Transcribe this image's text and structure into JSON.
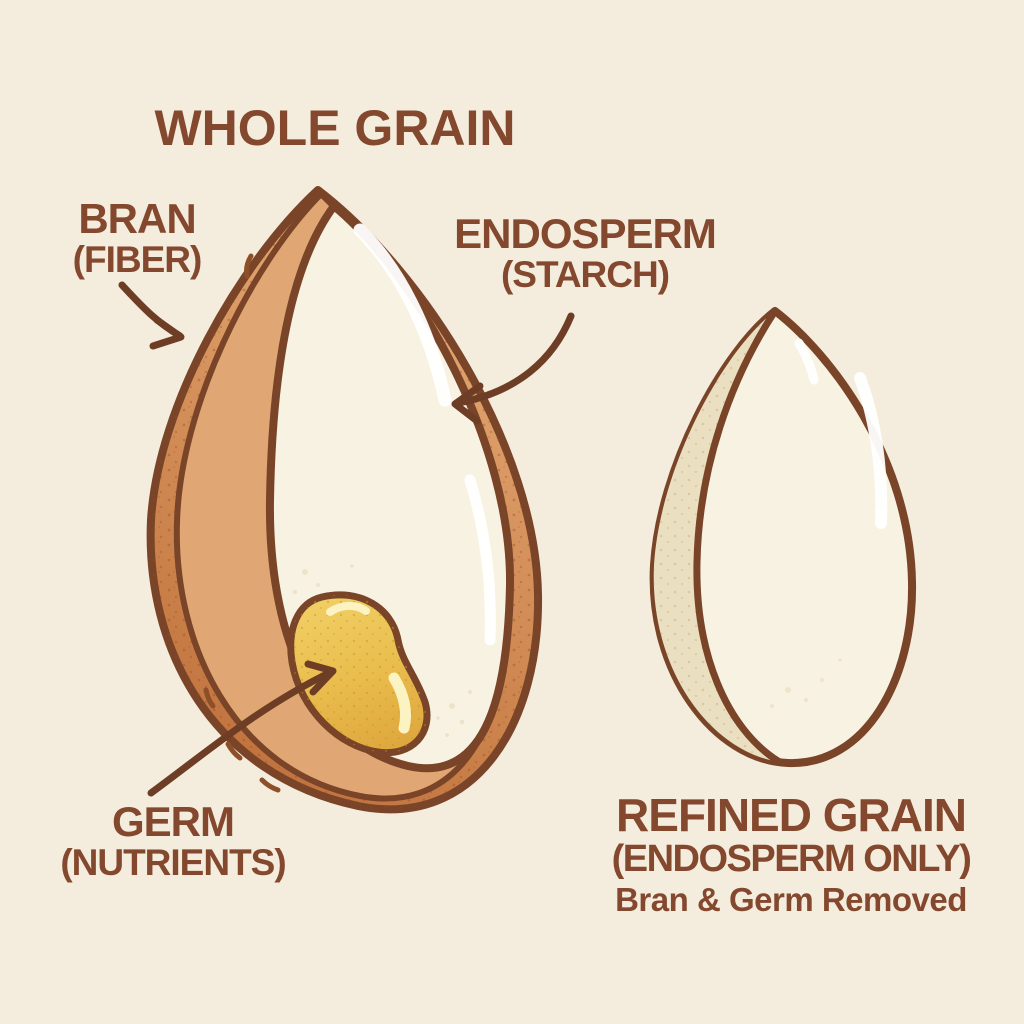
{
  "diagram": {
    "whole_grain": {
      "title": "WHOLE GRAIN",
      "bran": {
        "name": "BRAN",
        "sub": "(FIBER)"
      },
      "endosperm": {
        "name": "ENDOSPERM",
        "sub": "(STARCH)"
      },
      "germ": {
        "name": "GERM",
        "sub": "(NUTRIENTS)"
      }
    },
    "refined_grain": {
      "title": "REFINED GRAIN",
      "subtitle": "(ENDOSPERM ONLY)",
      "note": "Bran & Germ Removed"
    }
  },
  "palette": {
    "background": "#f4ecdc",
    "outline": "#7a4428",
    "text": "#83482e",
    "bran": "#d3905a",
    "bran_light": "#e0a775",
    "endosperm": "#f8f2e3",
    "germ": "#e9bc4c",
    "crescent": "#ebdfc1",
    "arrow": "#6d3d25"
  }
}
